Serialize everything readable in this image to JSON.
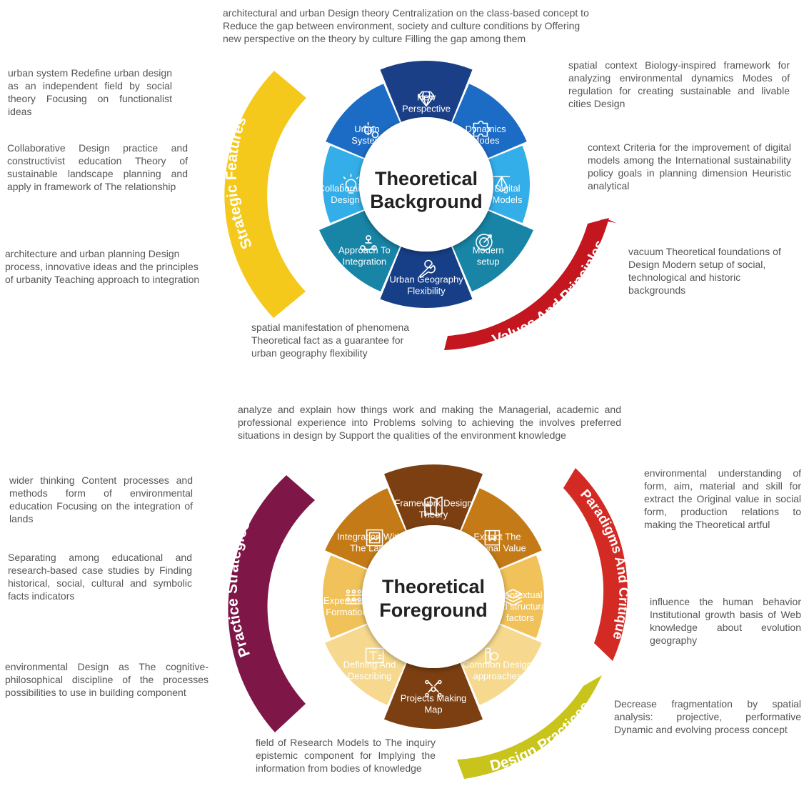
{
  "top": {
    "center": [
      "Theoretical",
      "Background"
    ],
    "segments": [
      {
        "label": [
          "New",
          "Perspective"
        ],
        "icon": "diamond-icon",
        "color": "#1b3f86"
      },
      {
        "label": [
          "Dynamics",
          "Modes"
        ],
        "icon": "puzzle-icon",
        "color": "#1c6cc5"
      },
      {
        "label": [
          "Digital",
          "Models"
        ],
        "icon": "pen-tool-icon",
        "color": "#33aee8"
      },
      {
        "label": [
          "Modern",
          "setup"
        ],
        "icon": "target-icon",
        "color": "#1884a6"
      },
      {
        "label": [
          "Urban Geography",
          "Flexibility"
        ],
        "icon": "wrench-icon",
        "color": "#173f87"
      },
      {
        "label": [
          "Approach To",
          "Integration"
        ],
        "icon": "network-icon",
        "color": "#1884a6"
      },
      {
        "label": [
          "Collaborative",
          "Design"
        ],
        "icon": "lightbulb-icon",
        "color": "#33aee8"
      },
      {
        "label": [
          "Urban",
          "System"
        ],
        "icon": "gears-icon",
        "color": "#1c6cc5"
      }
    ],
    "bands": {
      "left": {
        "text": "Strategic Features",
        "color": "#f4c91c"
      },
      "right": {
        "text": "Values And Principles",
        "color": "#c3161f"
      }
    },
    "descriptions": {
      "top": "architectural and urban Design theory Centralization on the class-based concept to Reduce the gap between environment, society and culture conditions by Offering new perspective on the theory by culture Filling the gap among them",
      "right_1": "spatial context Biology-inspired framework for analyzing environmental dynamics Modes of regulation for creating sustainable and livable cities Design",
      "right_2": "context Criteria for the improvement of digital models among the International sustainability policy goals in planning dimension Heuristic analytical",
      "right_3": "vacuum Theoretical foundations of Design Modern setup of social, technological and historic backgrounds",
      "bottom": "spatial manifestation of phenomena Theoretical fact as a guarantee for urban geography flexibility",
      "left_1": "urban system Redefine urban design as an independent field by social theory Focusing on functionalist ideas",
      "left_2": "Collaborative Design practice and constructivist education Theory of sustainable landscape planning and apply in framework of The relationship",
      "left_3": "architecture and urban planning Design process, innovative ideas and the principles of urbanity Teaching approach to integration"
    }
  },
  "bottom": {
    "center": [
      "Theoretical",
      "Foreground"
    ],
    "segments": [
      {
        "label": [
          "Framework Design",
          "Theory"
        ],
        "icon": "map-icon",
        "color": "#7b3f12"
      },
      {
        "label": [
          "Extract The",
          "Original Value"
        ],
        "icon": "bookmark-icon",
        "color": "#c47a16"
      },
      {
        "label": [
          "Contextual",
          "and structural",
          "factors"
        ],
        "icon": "layers-icon",
        "color": "#f1c25a"
      },
      {
        "label": [
          "Common Design",
          "approaches"
        ],
        "icon": "tools-icon",
        "color": "#f6d98e"
      },
      {
        "label": [
          "Projects Making",
          "Map"
        ],
        "icon": "mind-map-icon",
        "color": "#7b3f12"
      },
      {
        "label": [
          "Defining And",
          "Describing"
        ],
        "icon": "text-icon",
        "color": "#f6d98e"
      },
      {
        "label": [
          "Experience",
          "Formation"
        ],
        "icon": "people-icon",
        "color": "#f1c25a"
      },
      {
        "label": [
          "Integration With",
          "The Land"
        ],
        "icon": "picture-icon",
        "color": "#c47a16"
      }
    ],
    "bands": {
      "left": {
        "text": "Practice Strategies",
        "color": "#7e1648"
      },
      "right_top": {
        "text": "Paradigms And Critique",
        "color": "#d42a24"
      },
      "right_bottom": {
        "text": "Design Practices",
        "color": "#c8c41c"
      }
    },
    "descriptions": {
      "top": "analyze and explain how things work and making the Managerial, academic and professional experience into Problems solving to achieving the involves preferred situations in design by Support the qualities of the environment knowledge",
      "right_1": "environmental understanding of form, aim, material and skill for extract the Original value in social form, production relations to making the Theoretical artful",
      "right_2": "influence the human behavior Institutional growth basis of Web knowledge about evolution geography",
      "right_3": "Decrease fragmentation by spatial analysis: projective, performative Dynamic and evolving process concept",
      "bottom": "field of Research Models to The inquiry epistemic component for Implying the information from bodies of knowledge",
      "left_1": "wider thinking Content processes and methods form of environmental education Focusing on the integration of lands",
      "left_2": "Separating among educational and research-based case studies by Finding historical, social, cultural and symbolic facts indicators",
      "left_3": "environmental Design as The cognitive-philosophical discipline of the processes possibilities to use in building component"
    }
  }
}
